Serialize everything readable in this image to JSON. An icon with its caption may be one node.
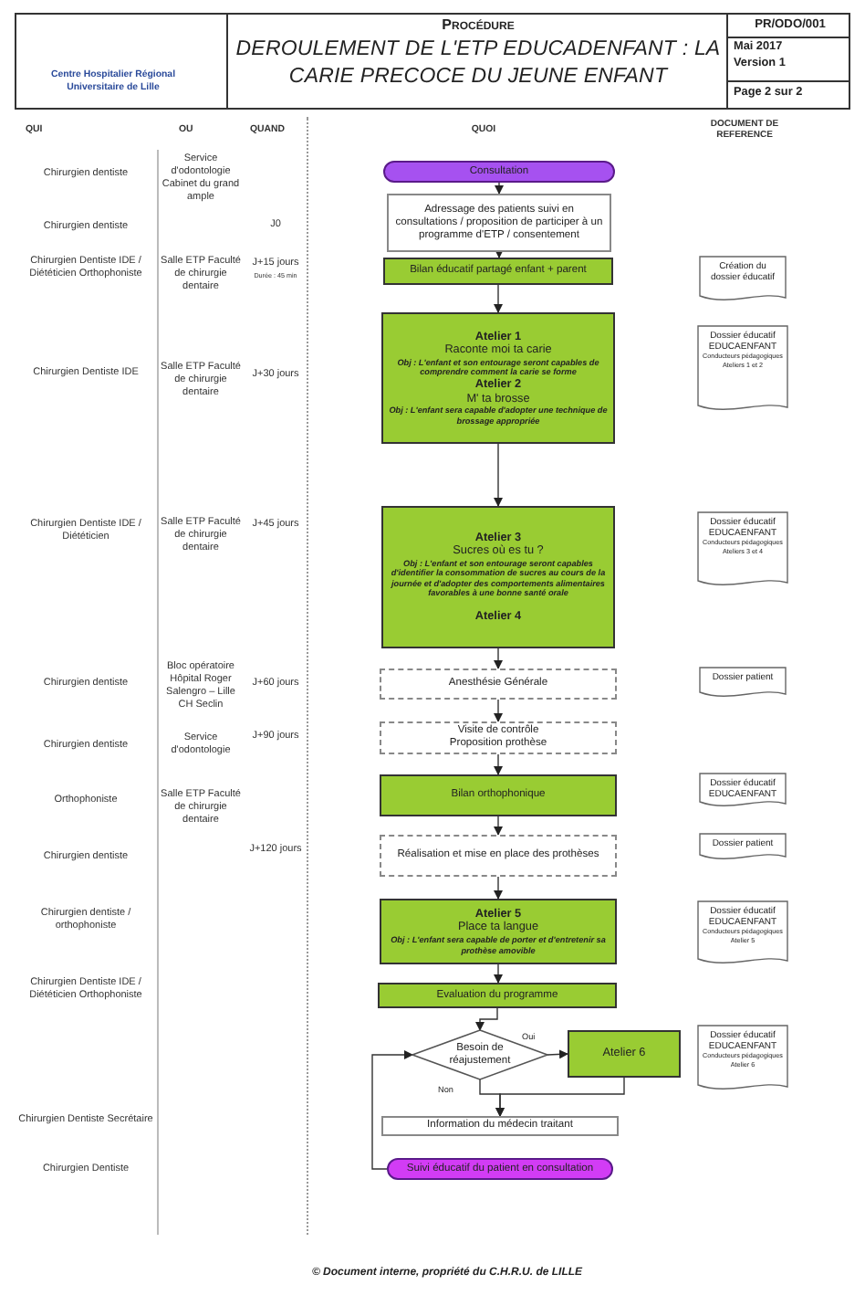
{
  "diagram": {
    "title": "DEROULEMENT DE L'ETP EDUCADENFANT : LA CARIE PRECOCE DU JEUNE ENFANT",
    "nodes": [
      {
        "text": [
          "Consultation"
        ]
      },
      {
        "text": [
          "Adressage des patients suivi en consultations / proposition de participer à un programme d'ETP / consentement"
        ]
      },
      {
        "text": [
          "Bilan éducatif partagé enfant + parent"
        ]
      },
      {
        "text": [
          "Atelier 1",
          "Raconte moi ta carie",
          "Obj : L'enfant et son entourage seront capables de comprendre comment la carie se forme",
          "Atelier 2",
          "M' ta brosse",
          "Obj : L'enfant sera capable d'adopter une technique de brossage appropriée"
        ]
      },
      {
        "text": [
          "Atelier 3",
          "Sucres où es tu ?",
          "Obj : L'enfant et son entourage seront capables d'identifier la consommation de sucres au cours de la journée et d'adopter des comportements alimentaires favorables à une bonne santé orale",
          "Atelier 4"
        ]
      },
      {
        "text": [
          "Anesthésie Générale"
        ]
      },
      {
        "text": [
          "Visite de contrôle Proposition prothèse"
        ]
      },
      {
        "text": [
          "Bilan orthophonique"
        ]
      },
      {
        "text": [
          "Réalisation et mise en place des prothèses"
        ]
      },
      {
        "text": [
          "Atelier 5",
          "Place ta langue",
          "Obj : L'enfant sera capable de porter et d'entretenir sa prothèse amovible"
        ]
      },
      {
        "text": [
          "Evaluation du programme"
        ]
      },
      {
        "text": [
          "Besoin de réajustement"
        ]
      },
      {
        "text": [
          "Atelier 6"
        ]
      },
      {
        "text": [
          "Information du médecin traitant"
        ]
      },
      {
        "text": [
          "Suivi éducatif du patient en consultation"
        ]
      },
      {
        "text": [
          "Création du dossier éducatif"
        ]
      },
      {
        "text": [
          "Dossier éducatif EDUCAENFANT",
          "Conducteurs pédagogiques",
          "Ateliers 1 et 2"
        ]
      },
      {
        "text": [
          "Dossier éducatif EDUCAENFANT",
          "Conducteurs pédagogiques",
          "Ateliers 3 et 4"
        ]
      },
      {
        "text": [
          "Dossier patient"
        ]
      },
      {
        "text": [
          "Dossier éducatif EDUCAENFANT"
        ]
      },
      {
        "text": [
          "Dossier patient"
        ]
      },
      {
        "text": [
          "Dossier éducatif EDUCAENFANT",
          "Conducteurs pédagogiques",
          "Atelier 5"
        ]
      },
      {
        "text": [
          "Dossier éducatif EDUCAENFANT",
          "Conducteurs pédagogiques",
          "Atelier 6"
        ]
      }
    ],
    "edges": [
      {
        "from": 0,
        "to": 1,
        "arrow": "to"
      },
      {
        "from": 1,
        "to": 2,
        "arrow": "to"
      },
      {
        "from": 2,
        "to": 3,
        "arrow": "to"
      },
      {
        "from": 3,
        "to": 4,
        "arrow": "to"
      },
      {
        "from": 4,
        "to": 5,
        "arrow": "to"
      },
      {
        "from": 5,
        "to": 6,
        "arrow": "to"
      },
      {
        "from": 6,
        "to": 7,
        "arrow": "to"
      },
      {
        "from": 7,
        "to": 8,
        "arrow": "to"
      },
      {
        "from": 8,
        "to": 9,
        "arrow": "to"
      },
      {
        "from": 9,
        "to": 10,
        "arrow": "to"
      },
      {
        "from": 10,
        "to": 11,
        "arrow": "to"
      },
      {
        "from": 11,
        "to": 12,
        "arrow": "to",
        "label": "Oui"
      },
      {
        "from": 11,
        "to": 13,
        "arrow": "to",
        "label": "Non"
      },
      {
        "from": 12,
        "to": 13,
        "arrow": "to"
      },
      {
        "from": 14,
        "to": 11,
        "arrow": "to"
      }
    ],
    "labels": [
      "Centre Hospitalier Régional Universitaire de Lille",
      "Procédure",
      "PR/ODO/001",
      "Mai 2017",
      "Version 1",
      "Page 2 sur 2",
      "QUI",
      "OU",
      "QUAND",
      "QUOI",
      "DOCUMENT DE REFERENCE",
      "Chirurgien dentiste",
      "Service d'odontologie Cabinet du grand ample",
      "Chirurgien dentiste",
      "J0",
      "Chirurgien Dentiste IDE / Diététicien Orthophoniste",
      "Salle ETP Faculté de chirurgie dentaire",
      "J+15 jours",
      "Durée : 45 min",
      "Chirurgien Dentiste IDE",
      "Salle ETP Faculté de chirurgie dentaire",
      "J+30 jours",
      "Chirurgien Dentiste IDE / Diététicien",
      "Salle ETP Faculté de chirurgie dentaire",
      "J+45 jours",
      "Bloc opératoire Hôpital Roger Salengro – Lille CH Seclin",
      "Chirurgien dentiste",
      "J+60 jours",
      "Service d'odontologie",
      "J+90 jours",
      "Chirurgien dentiste",
      "Orthophoniste",
      "Salle ETP Faculté de chirurgie dentaire",
      "J+120 jours",
      "Chirurgien dentiste",
      "Chirurgien dentiste / orthophoniste",
      "Chirurgien Dentiste IDE / Diététicien Orthophoniste",
      "Chirurgien Dentiste Secrétaire",
      "Chirurgien Dentiste",
      "© Document interne, propriété du C.H.R.U. de LILLE"
    ]
  }
}
